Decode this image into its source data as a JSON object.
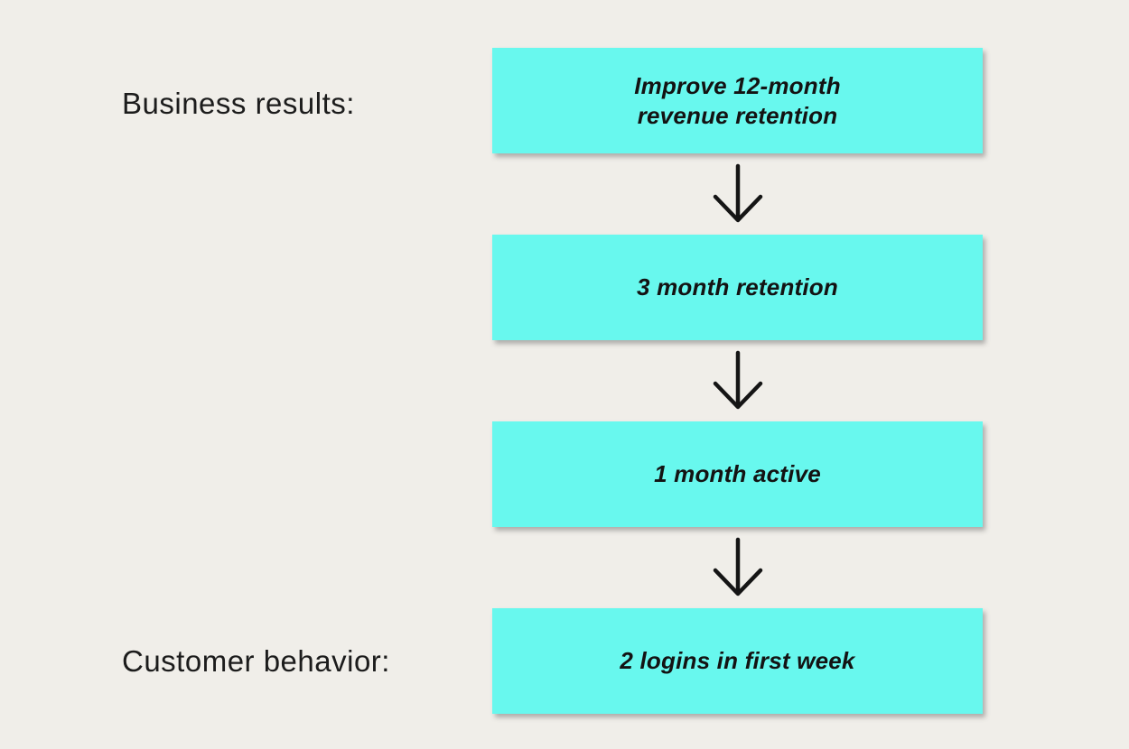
{
  "page": {
    "background_color": "#F0EEE9"
  },
  "row_labels": {
    "business_results": "Business results:",
    "customer_behavior": "Customer behavior:"
  },
  "flow": {
    "box_fill_color": "#68F8EE",
    "box_text_color": "#131313",
    "arrow_color": "#151515",
    "arrow_icon": "down-arrow-icon",
    "boxes": [
      {
        "label": "Improve 12-month\nrevenue retention"
      },
      {
        "label": "3 month retention"
      },
      {
        "label": "1 month active"
      },
      {
        "label": "2 logins in first week"
      }
    ]
  }
}
